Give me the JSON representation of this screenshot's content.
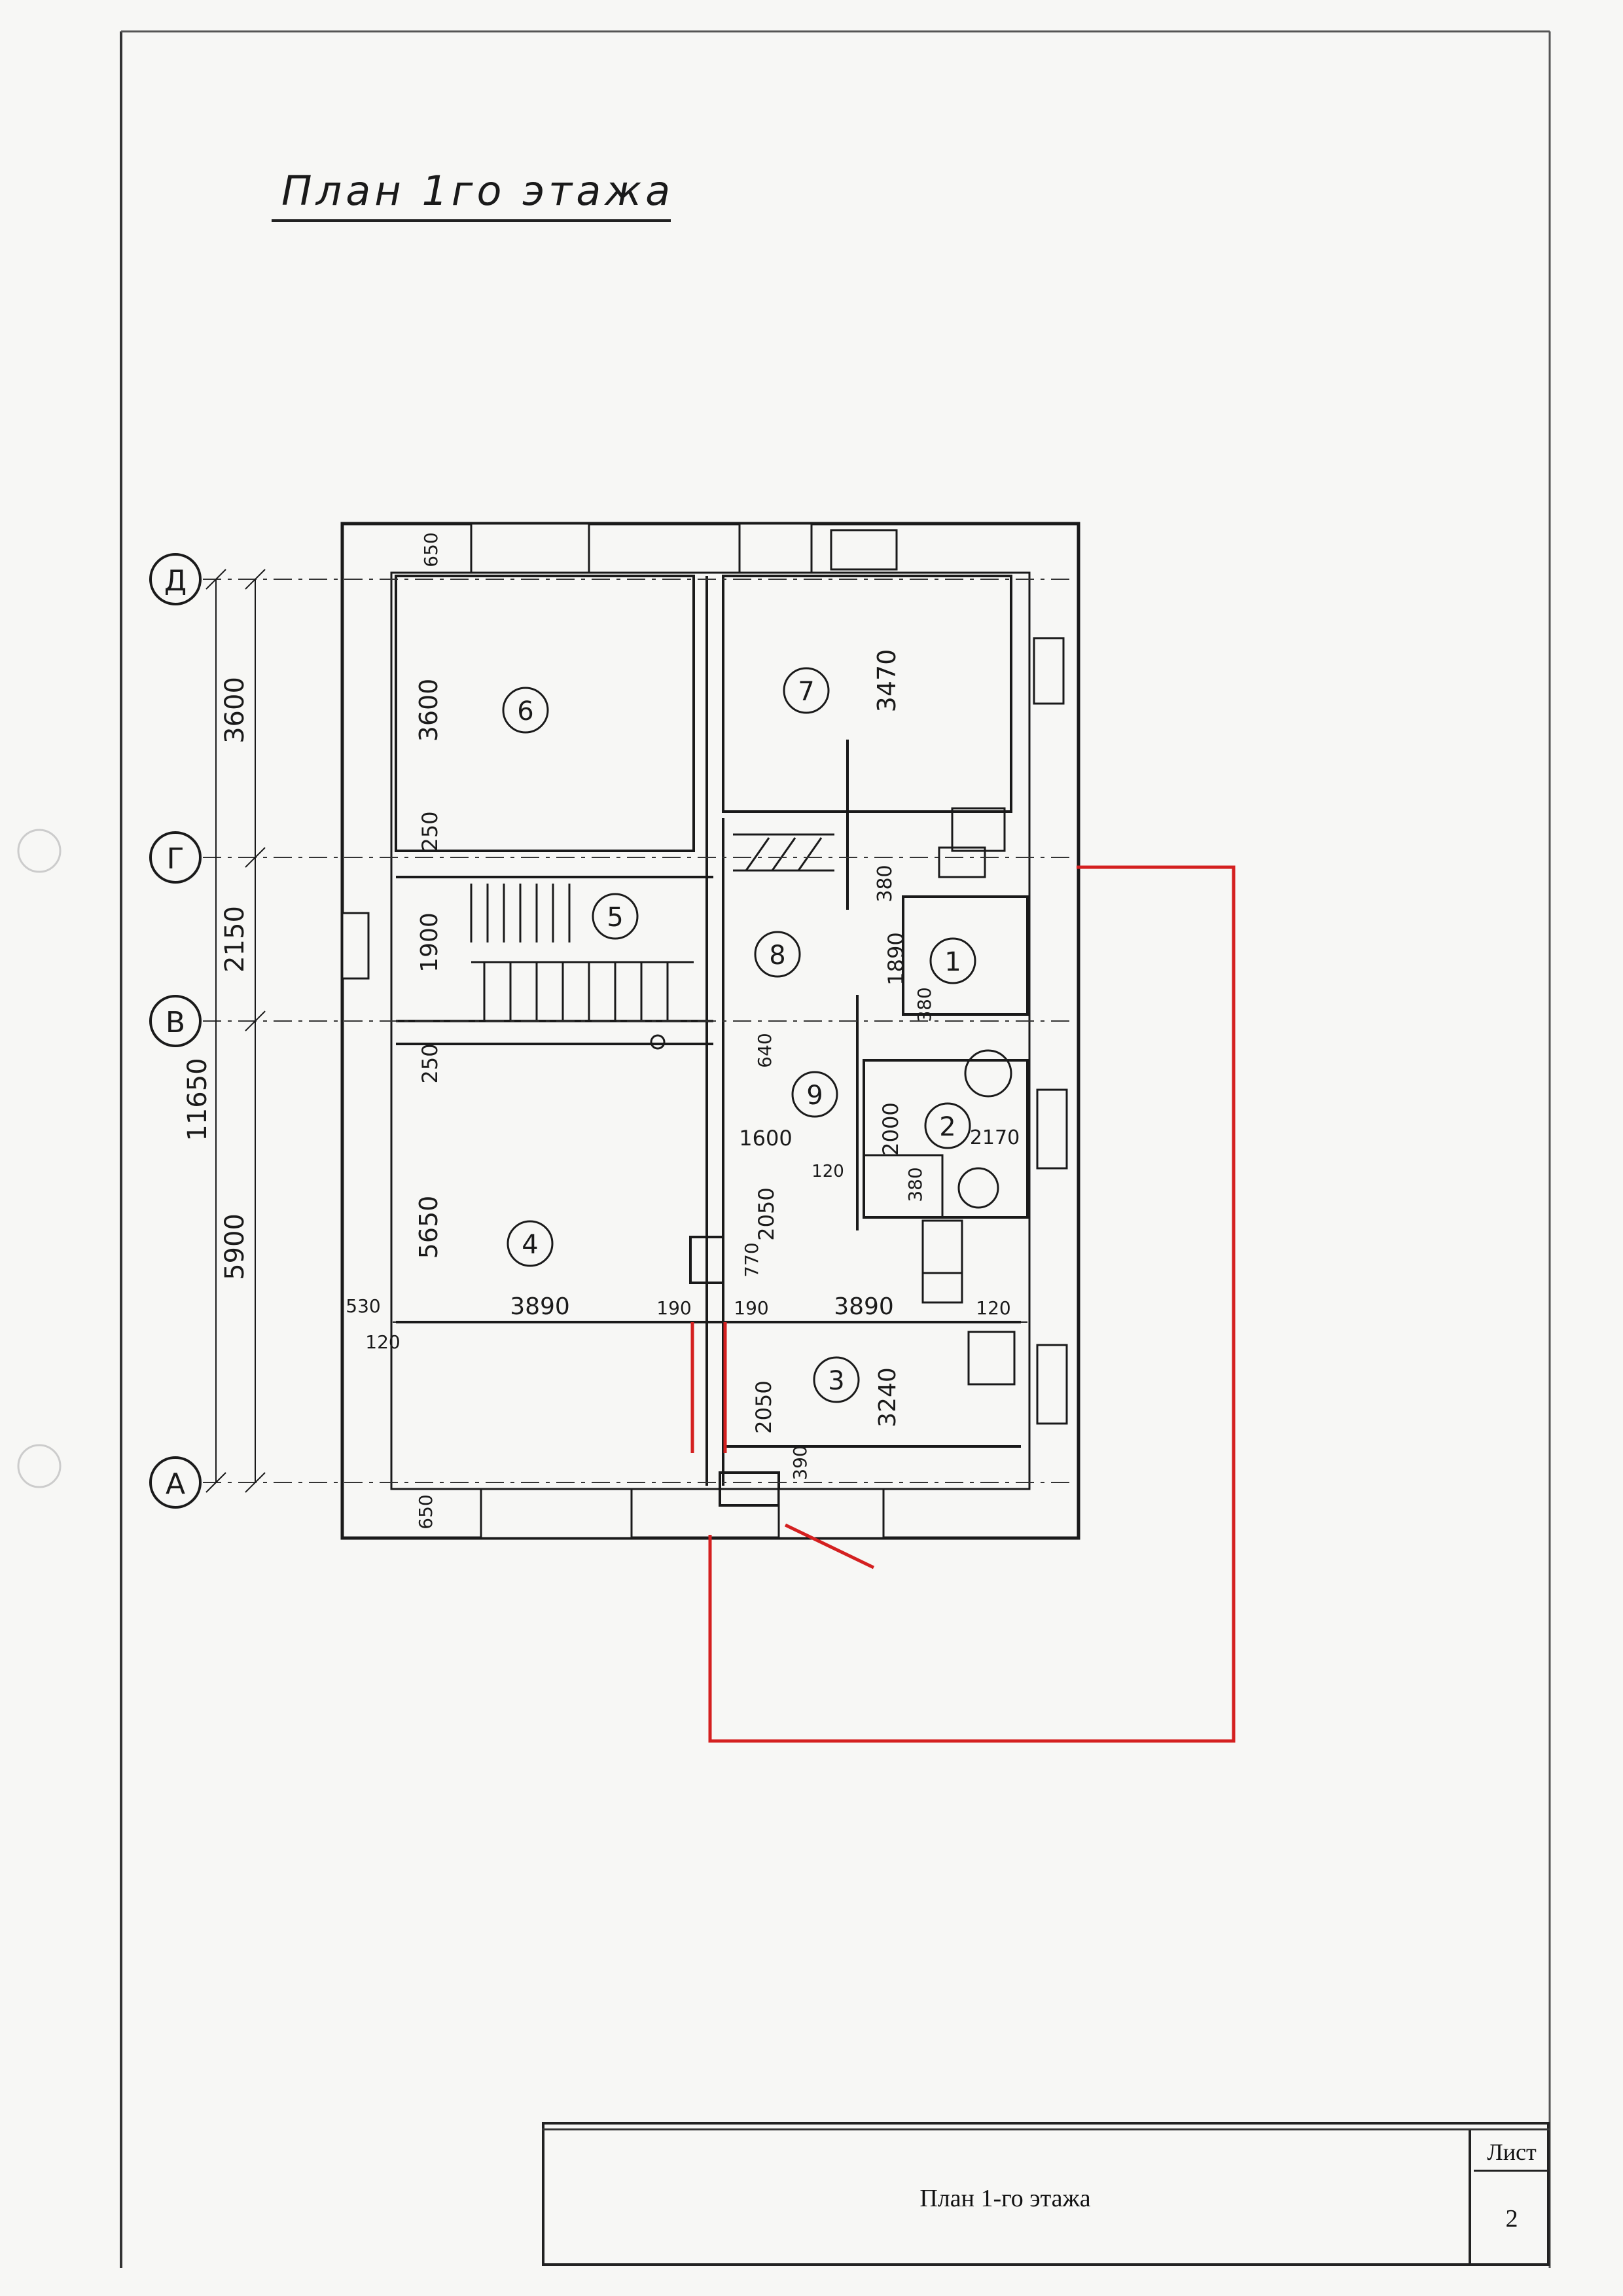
{
  "title": "План 1го этажа",
  "axes": {
    "d": "Д",
    "g": "Г",
    "v": "В",
    "a": "А"
  },
  "rooms": [
    "1",
    "2",
    "3",
    "4",
    "5",
    "6",
    "7",
    "8",
    "9"
  ],
  "dimensions": {
    "left_total": "11650",
    "left_d_g": "3600",
    "left_g_v": "2150",
    "left_v_a": "5900",
    "room6_height": "3600",
    "top_wall": "650",
    "wall_250_top": "250",
    "stair_1900": "1900",
    "wall_250_mid": "250",
    "room4_height": "5650",
    "bottom_wall": "650",
    "left_53": "530",
    "left_120": "120",
    "room4_width": "3890",
    "mid_190_a": "190",
    "mid_190_b": "190",
    "room3_width": "3890",
    "right_120": "120",
    "room7_height": "3470",
    "d380_a": "380",
    "d1890": "1890",
    "d380_b": "380",
    "d640": "640",
    "d1600": "1600",
    "d2000": "2000",
    "d2170": "2170",
    "d120": "120",
    "d380_c": "380",
    "d2050_a": "2050",
    "d770": "770",
    "d2050_b": "2050",
    "d390": "390",
    "d3240": "3240"
  },
  "stamp": {
    "caption": "План 1-го этажа",
    "sheet_label": "Лист",
    "sheet_number": "2"
  },
  "colors": {
    "ink": "#1a1a1a",
    "highlight": "#d42020"
  }
}
